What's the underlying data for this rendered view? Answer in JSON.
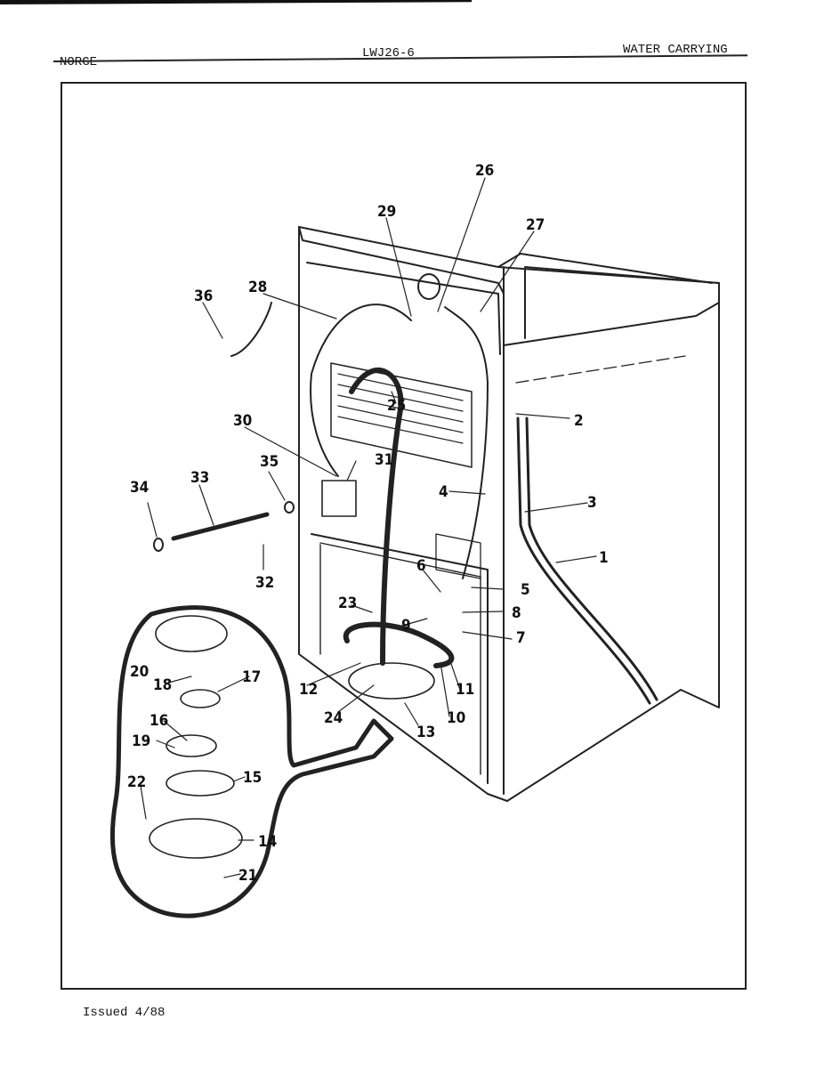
{
  "header": {
    "brand": "NORGE",
    "model": "LWJ26-6",
    "section": "WATER CARRYING"
  },
  "footer": {
    "issued": "Issued 4/88"
  },
  "callouts": [
    "1",
    "2",
    "3",
    "4",
    "5",
    "6",
    "7",
    "8",
    "9",
    "10",
    "11",
    "12",
    "13",
    "14",
    "15",
    "16",
    "17",
    "18",
    "19",
    "20",
    "21",
    "22",
    "23",
    "24",
    "25",
    "26",
    "27",
    "28",
    "29",
    "30",
    "31",
    "32",
    "33",
    "34",
    "35",
    "36"
  ]
}
